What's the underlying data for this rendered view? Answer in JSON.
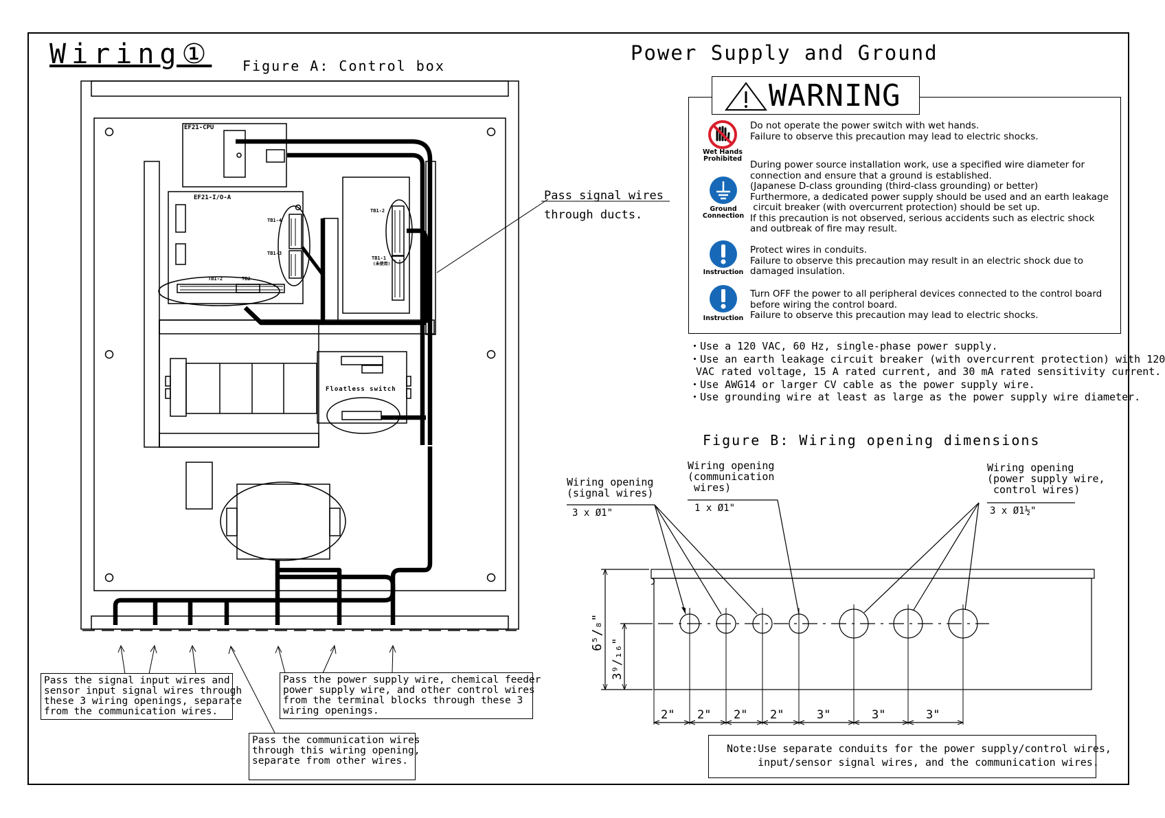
{
  "titles": {
    "main": "Wiring①",
    "figure_a": "Figure A: Control box",
    "figure_b": "Figure B: Wiring opening dimensions",
    "power": "Power Supply and Ground"
  },
  "control_box_labels": {
    "cpu": "EF21-CPU",
    "io": "EF21-I/O-A",
    "tb1_4": "TB1-4",
    "tb1_3": "TB1-3",
    "tb1_1": "TB1-1",
    "tb1_2": "TB1-2",
    "tb2": "TB2",
    "tb1_2r": "TB1-2",
    "tb1_1r": "TB1-1",
    "tb1_1r_sub": "(未使用)",
    "floatless": "Floatless switch"
  },
  "callouts": {
    "ducts": "Pass signal wires\nthrough ducts.",
    "signal": "Pass the signal input wires and\nsensor input signal wires through\nthese 3 wiring openings, separate\nfrom the communication wires.",
    "power": "Pass the power supply wire, chemical feeder\npower supply wire, and other control wires\nfrom the terminal blocks through these 3\nwiring openings.",
    "comm": "Pass the communication wires\nthrough this wiring opening,\nseparate from other wires."
  },
  "warning": {
    "header": "WARNING",
    "items": [
      {
        "icon": "wet-hands-prohibited-icon",
        "icon_label": "Wet Hands\nProhibited",
        "text": "Do not operate the power switch with wet hands.\nFailure to observe this precaution may lead to electric shocks."
      },
      {
        "icon": "ground-connection-icon",
        "icon_label": "Ground\nConnection",
        "text": "During power source installation work, use a specified wire diameter for\nconnection and ensure that a ground is established.\n(Japanese D-class grounding (third-class grounding) or better)\nFurthermore, a dedicated power supply should be used and an earth leakage\n circuit breaker (with overcurrent protection) should be set up.\nIf this precaution is not observed, serious accidents such as electric shock\nand outbreak of fire may result."
      },
      {
        "icon": "instruction-icon",
        "icon_label": "Instruction",
        "text": "Protect wires in conduits.\nFailure to observe this precaution may result in an electric shock due to\ndamaged insulation."
      },
      {
        "icon": "instruction-icon",
        "icon_label": "Instruction",
        "text": "Turn OFF the power to all peripheral devices connected to the control board\nbefore wiring the control board.\nFailure to observe this precaution may lead to electric shocks."
      }
    ],
    "colors": {
      "prohibited": "#d81e2c",
      "instruction": "#1769b8"
    }
  },
  "bullets": "・Use a 120 VAC, 60 Hz, single-phase power supply.\n・Use an earth leakage circuit breaker (with overcurrent protection) with 120\n VAC rated voltage, 15 A rated current, and 30 mA rated sensitivity current.\n・Use AWG14 or larger CV cable as the power supply wire.\n・Use grounding wire at least as large as the power supply wire diameter.",
  "figure_b": {
    "opening_signal": "Wiring opening\n(signal wires)",
    "opening_signal_size": "3 x Ø1\"",
    "opening_comm": "Wiring opening\n(communication\n wires)",
    "opening_comm_size": "1 x Ø1\"",
    "opening_power": "Wiring opening\n(power supply wire,\n control wires)",
    "opening_power_size": "3 x Ø1½\"",
    "height_total": "6⁵/₈\"",
    "height_center": "3⁹/₁₆\"",
    "spacings": [
      "2\"",
      "2\"",
      "2\"",
      "2\"",
      "3\"",
      "3\"",
      "3\""
    ],
    "note": "Note:Use separate conduits for the power supply/control wires,\n     input/sensor signal wires, and the communication wires."
  }
}
